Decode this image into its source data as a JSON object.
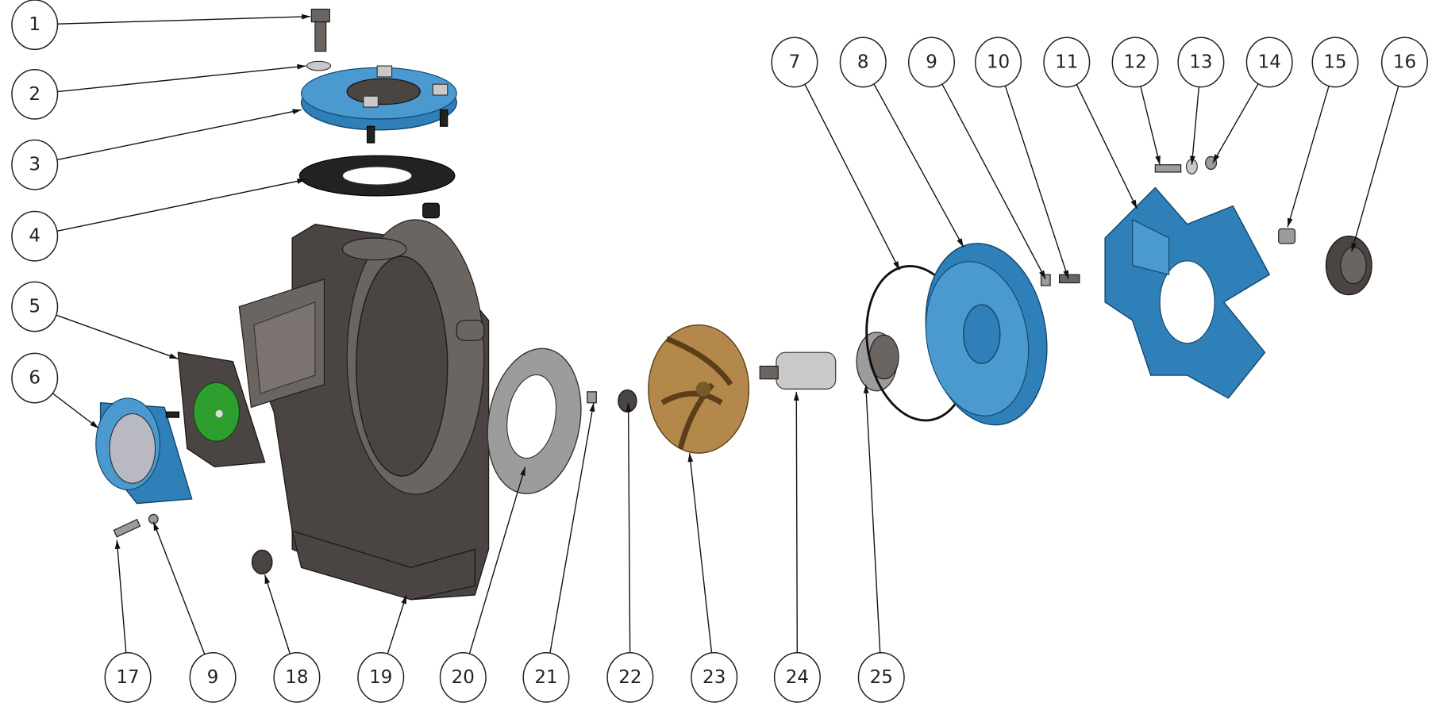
{
  "diagram": {
    "type": "exploded-view",
    "colors": {
      "blue_parts": "#2f7fb8",
      "housing": "#4a4542",
      "impeller": "#b3884a",
      "grey_parts": "#9c9c9c"
    },
    "callouts_left": [
      "1",
      "2",
      "3",
      "4",
      "5",
      "6"
    ],
    "callouts_top": [
      "7",
      "8",
      "9",
      "10",
      "11",
      "12",
      "13",
      "14",
      "15",
      "16"
    ],
    "callouts_bottom": [
      "17",
      "9",
      "18",
      "19",
      "20",
      "21",
      "22",
      "23",
      "24",
      "25"
    ]
  }
}
